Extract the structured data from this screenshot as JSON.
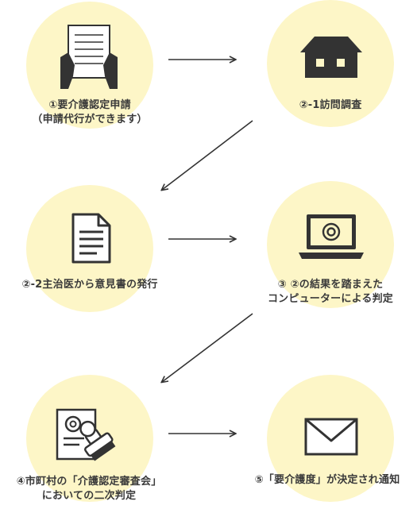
{
  "steps": [
    {
      "lines": [
        "①要介護認定申請",
        "（申請代行ができます）"
      ],
      "icon": "application-form-icon"
    },
    {
      "lines": [
        "②-1訪問調査"
      ],
      "icon": "house-icon"
    },
    {
      "lines": [
        "②-2主治医から意見書の発行"
      ],
      "icon": "document-icon"
    },
    {
      "lines": [
        "③ ②の結果を踏まえた",
        "コンピューターによる判定"
      ],
      "icon": "laptop-icon"
    },
    {
      "lines": [
        "④市町村の「介護認定審査会」",
        "においての二次判定"
      ],
      "icon": "stamp-icon"
    },
    {
      "lines": [
        "⑤「要介護度」が決定され通知"
      ],
      "icon": "envelope-icon"
    }
  ],
  "colors": {
    "circle": "#fdf6c7",
    "icon": "#333333",
    "arrow": "#333333",
    "text": "#3a3a3a"
  }
}
